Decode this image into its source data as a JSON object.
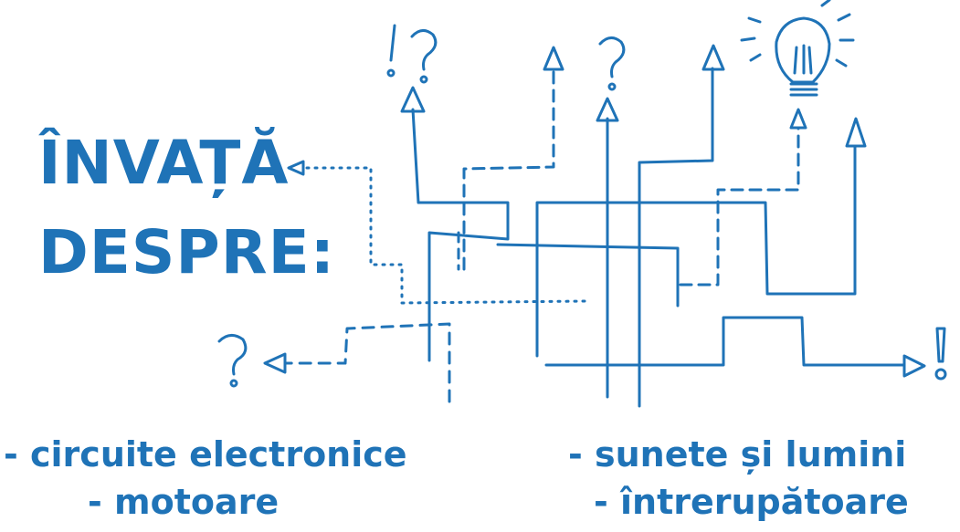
{
  "heading": {
    "line1": "ÎNVAȚĂ",
    "line2": "DESPRE:"
  },
  "topics": [
    "- circuite electronice",
    "- motoare",
    "- sunete și lumini",
    "- întrerupătoare"
  ],
  "colors": {
    "ink": "#1f73b7"
  },
  "icons": [
    "exclamation-question-icon",
    "question-mark-icon",
    "light-bulb-icon",
    "exclamation-icon",
    "arrow-icon"
  ]
}
